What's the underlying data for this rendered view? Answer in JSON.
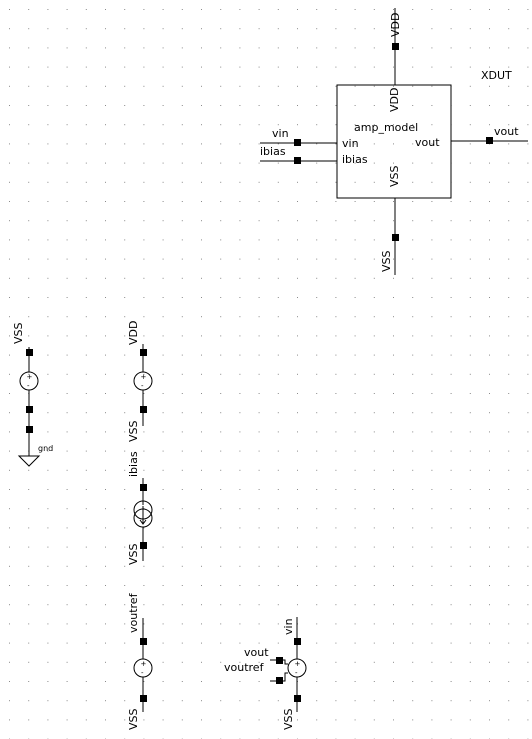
{
  "block": {
    "instance_name": "XDUT",
    "model_name": "amp_model",
    "pins": {
      "vdd": "VDD",
      "vss": "VSS",
      "vin": "vin",
      "ibias": "ibias",
      "vout": "vout"
    }
  },
  "nets": {
    "vdd_top": "VDD",
    "vss_bottom": "VSS",
    "vin_left": "vin",
    "ibias_left": "ibias",
    "vout_right": "vout"
  },
  "sources": [
    {
      "id": "vss_supply",
      "top_net": "VSS",
      "bottom_net": "gnd",
      "kind": "voltage"
    },
    {
      "id": "vdd_supply",
      "top_net": "VDD",
      "bottom_net": "VSS",
      "kind": "voltage"
    },
    {
      "id": "ibias_source",
      "top_net": "ibias",
      "bottom_net": "VSS",
      "kind": "current"
    },
    {
      "id": "voutref_source",
      "top_net": "voutref",
      "bottom_net": "VSS",
      "kind": "voltage"
    },
    {
      "id": "vcvs_source",
      "top_net": "vin",
      "bottom_net": "VSS",
      "ctrl_p": "vout",
      "ctrl_n": "voutref",
      "kind": "vcvs"
    }
  ],
  "ground_label": "gnd",
  "symbols": {
    "plus": "+",
    "minus": "-"
  }
}
